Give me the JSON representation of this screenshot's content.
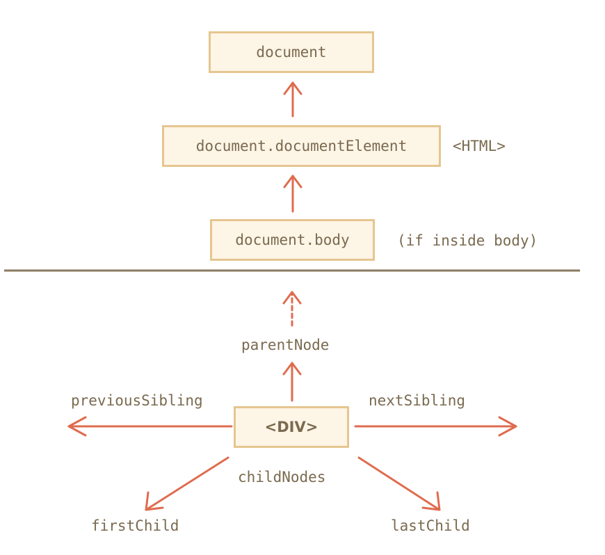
{
  "nodes": {
    "document": "document",
    "document_element": "document.documentElement",
    "body": "document.body",
    "div": "<DIV>"
  },
  "annotations": {
    "html_tag": "<HTML>",
    "body_note": "(if inside body)"
  },
  "links": {
    "parent_node": "parentNode",
    "previous_sibling": "previousSibling",
    "next_sibling": "nextSibling",
    "child_nodes": "childNodes",
    "first_child": "firstChild",
    "last_child": "lastChild"
  },
  "colors": {
    "arrow": "#df6c4f",
    "box_fill": "#fdf5e6",
    "box_border": "#e5c690",
    "text": "#7a6a4f",
    "divider": "#8a7a60"
  }
}
